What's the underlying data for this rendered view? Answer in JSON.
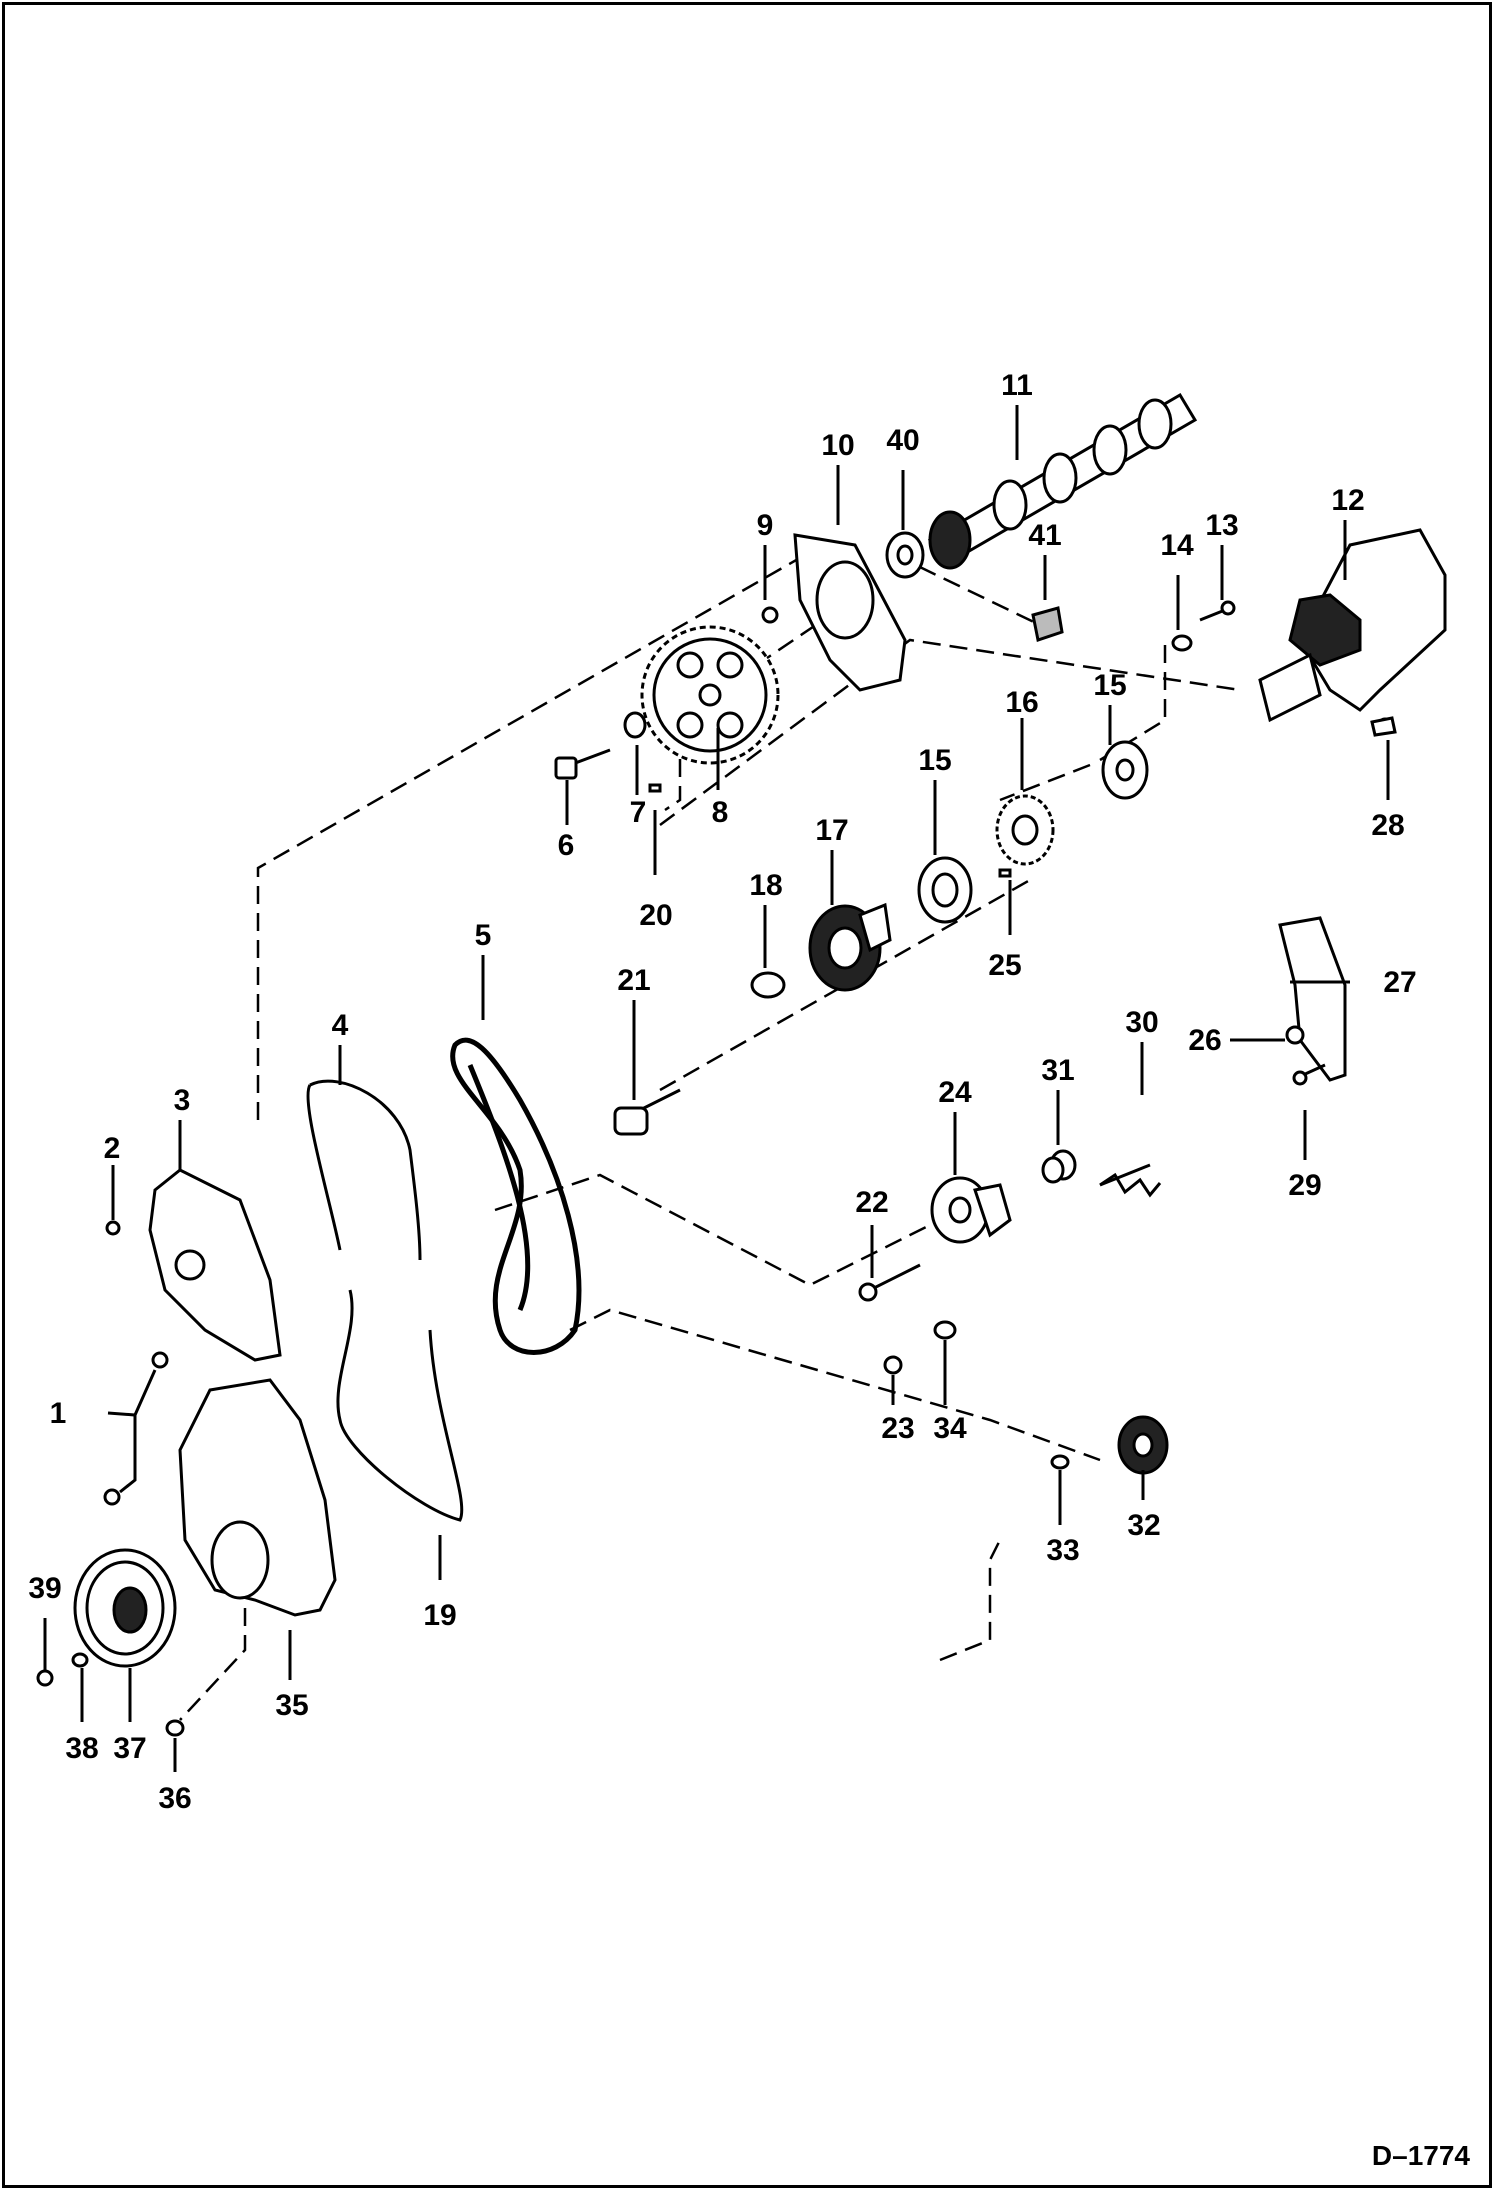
{
  "figure_id": "D–1774",
  "callouts": [
    {
      "label": "1"
    },
    {
      "label": "2"
    },
    {
      "label": "3"
    },
    {
      "label": "4"
    },
    {
      "label": "5"
    },
    {
      "label": "6"
    },
    {
      "label": "7"
    },
    {
      "label": "8"
    },
    {
      "label": "9"
    },
    {
      "label": "10"
    },
    {
      "label": "11"
    },
    {
      "label": "12"
    },
    {
      "label": "13"
    },
    {
      "label": "14"
    },
    {
      "label": "15"
    },
    {
      "label": "15"
    },
    {
      "label": "16"
    },
    {
      "label": "17"
    },
    {
      "label": "18"
    },
    {
      "label": "19"
    },
    {
      "label": "20"
    },
    {
      "label": "21"
    },
    {
      "label": "22"
    },
    {
      "label": "23"
    },
    {
      "label": "24"
    },
    {
      "label": "25"
    },
    {
      "label": "26"
    },
    {
      "label": "27"
    },
    {
      "label": "28"
    },
    {
      "label": "29"
    },
    {
      "label": "30"
    },
    {
      "label": "31"
    },
    {
      "label": "32"
    },
    {
      "label": "33"
    },
    {
      "label": "34"
    },
    {
      "label": "35"
    },
    {
      "label": "36"
    },
    {
      "label": "37"
    },
    {
      "label": "38"
    },
    {
      "label": "39"
    },
    {
      "label": "40"
    },
    {
      "label": "41"
    }
  ]
}
